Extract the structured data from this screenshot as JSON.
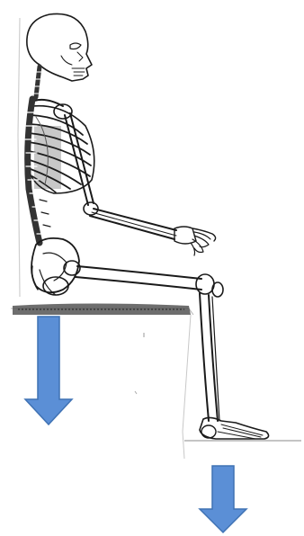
{
  "figure": {
    "subject": "seated-skeleton",
    "arrows": [
      {
        "name": "seat-load-arrow",
        "direction": "down",
        "color": "#5b8fd6",
        "stroke": "#3f72b4"
      },
      {
        "name": "foot-load-arrow",
        "direction": "down",
        "color": "#5b8fd6",
        "stroke": "#3f72b4"
      }
    ],
    "icons": [
      "skeleton-illustration",
      "seat-block",
      "floor-line",
      "down-arrow-icon"
    ]
  }
}
